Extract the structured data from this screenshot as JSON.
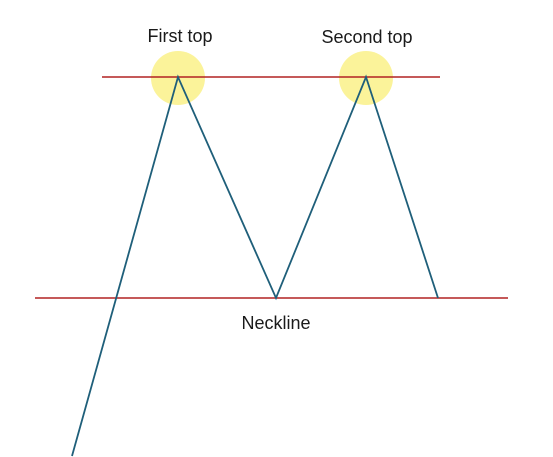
{
  "labels": {
    "first_top": "First top",
    "second_top": "Second top",
    "neckline": "Neckline"
  },
  "colors": {
    "price_line": "#1f5f7a",
    "resistance_line": "#b22222",
    "neckline": "#b22222",
    "top_highlight": "#fbf39a",
    "background": "#ffffff",
    "text": "#1a1a1a"
  }
}
